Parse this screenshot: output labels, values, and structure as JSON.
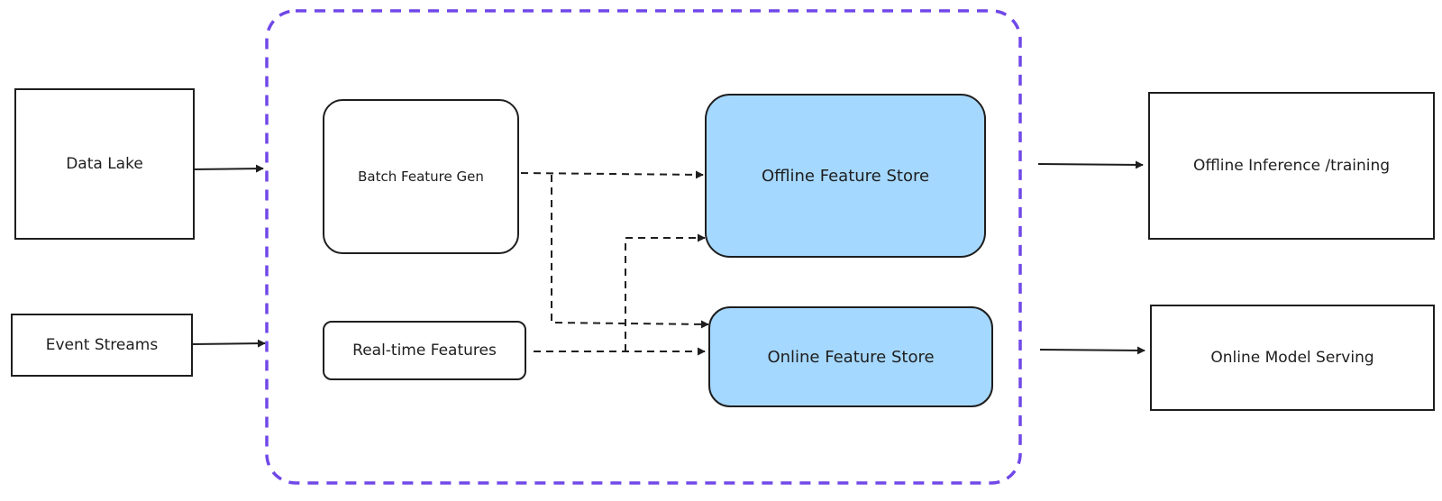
{
  "diagram": {
    "nodes": {
      "data_lake": "Data Lake",
      "event_streams": "Event Streams",
      "batch_feature_gen": "Batch Feature Gen",
      "realtime_features": "Real-time Features",
      "offline_feature_store": "Offline Feature Store",
      "online_feature_store": "Online Feature Store",
      "offline_inference": "Offline Inference /training",
      "online_model_serving": "Online Model Serving"
    },
    "colors": {
      "platform_boundary": "#7048e8",
      "store_fill": "#a5d8ff",
      "stroke": "#1e1e1e"
    }
  }
}
